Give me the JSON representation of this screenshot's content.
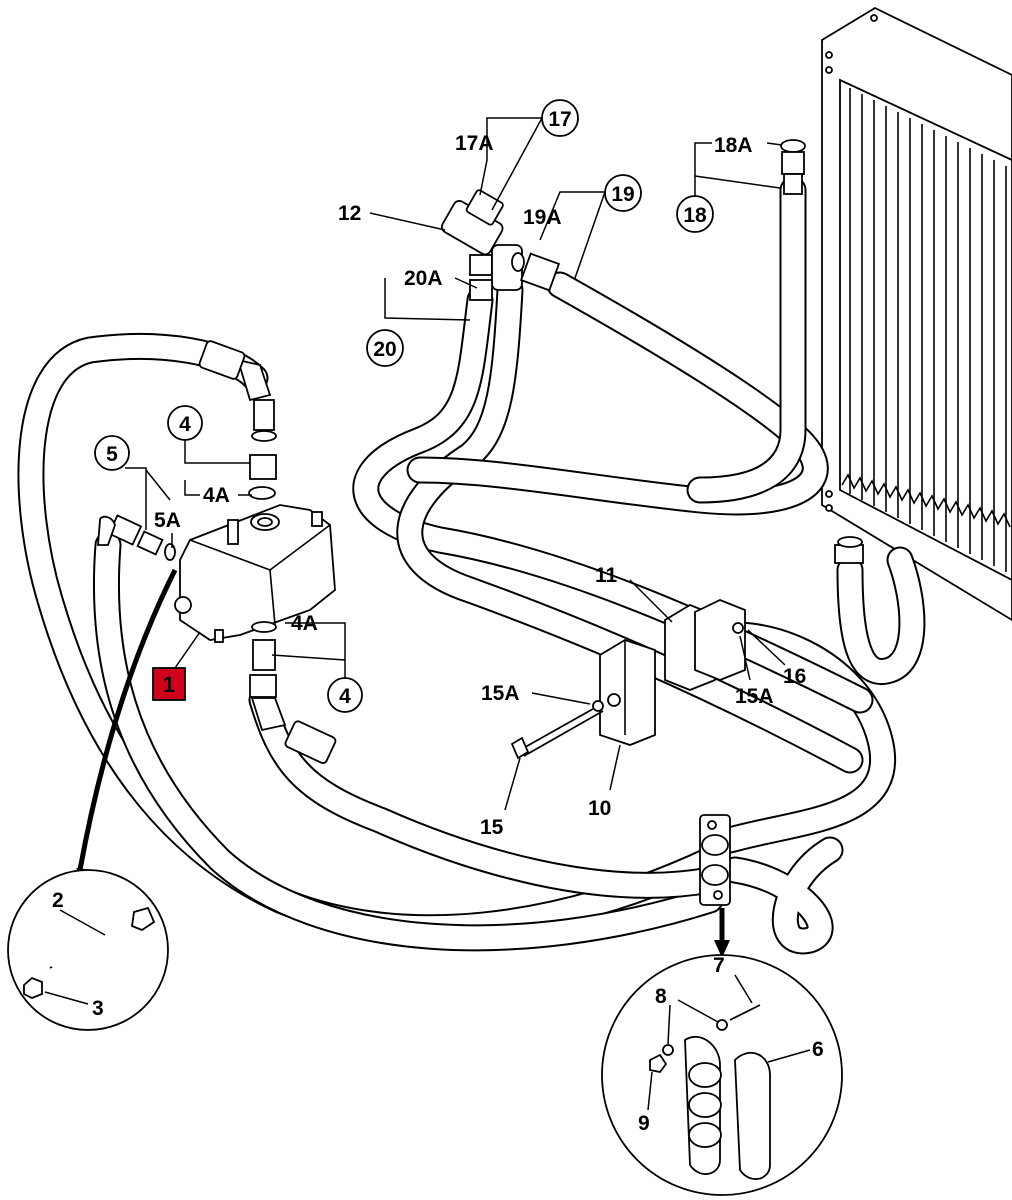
{
  "callouts": {
    "c1": "1",
    "c2": "2",
    "c3": "3",
    "c4a": "4",
    "c4b": "4",
    "c4A_top": "4A",
    "c4A_bot": "4A",
    "c5": "5",
    "c5A": "5A",
    "c6": "6",
    "c7": "7",
    "c8": "8",
    "c9": "9",
    "c10": "10",
    "c11": "11",
    "c12": "12",
    "c15": "15",
    "c15A_left": "15A",
    "c15A_right": "15A",
    "c16": "16",
    "c17": "17",
    "c17A": "17A",
    "c18": "18",
    "c18A": "18A",
    "c19": "19",
    "c19A": "19A",
    "c20": "20",
    "c20A": "20A"
  },
  "colors": {
    "highlight": "#d0021b",
    "line": "#000000",
    "background": "#ffffff"
  }
}
